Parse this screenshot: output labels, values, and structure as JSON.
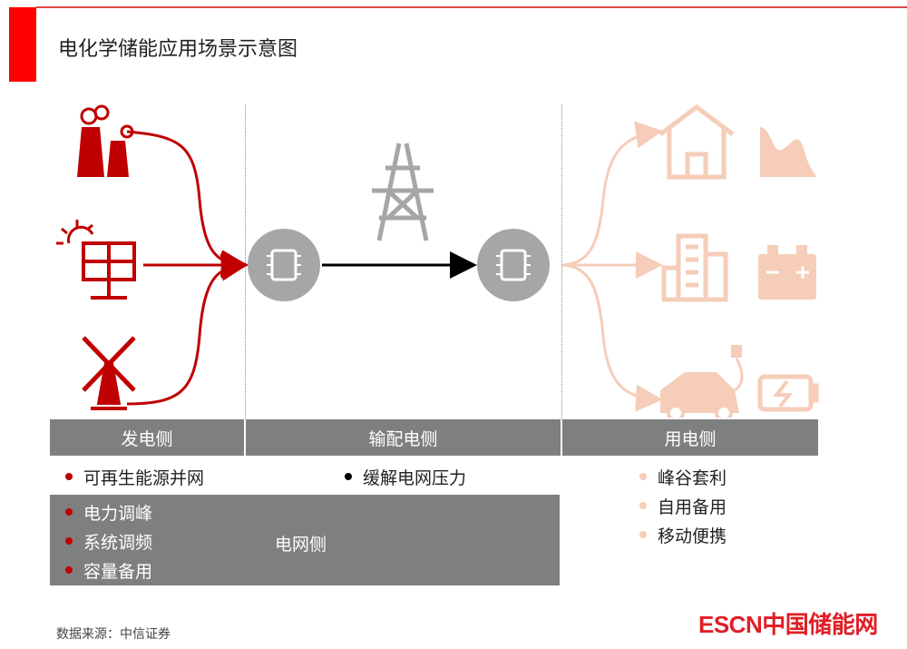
{
  "title": "电化学储能应用场景示意图",
  "columns": [
    {
      "label": "发电侧"
    },
    {
      "label": "输配电侧"
    },
    {
      "label": "用电侧"
    }
  ],
  "generation_bullets": [
    "可再生能源并网"
  ],
  "transmission_bullets": [
    "缓解电网压力"
  ],
  "consumer_bullets": [
    "峰谷套利",
    "自用备用",
    "移动便携"
  ],
  "grid_side": {
    "label": "电网侧",
    "bullets": [
      "电力调峰",
      "系统调频",
      "容量备用"
    ]
  },
  "source": "数据来源：中信证券",
  "logo": "ESCN中国储能网",
  "colors": {
    "red": "#c00000",
    "gray": "#7f7f7f",
    "peach": "#f5cdb8",
    "black": "#000000"
  },
  "icons": [
    "factory-icon",
    "solar-panel-icon",
    "wind-turbine-icon",
    "transmission-tower-icon",
    "battery-chip-icon",
    "house-icon",
    "load-curve-icon",
    "building-icon",
    "car-battery-icon",
    "electric-car-icon",
    "charging-battery-icon"
  ]
}
